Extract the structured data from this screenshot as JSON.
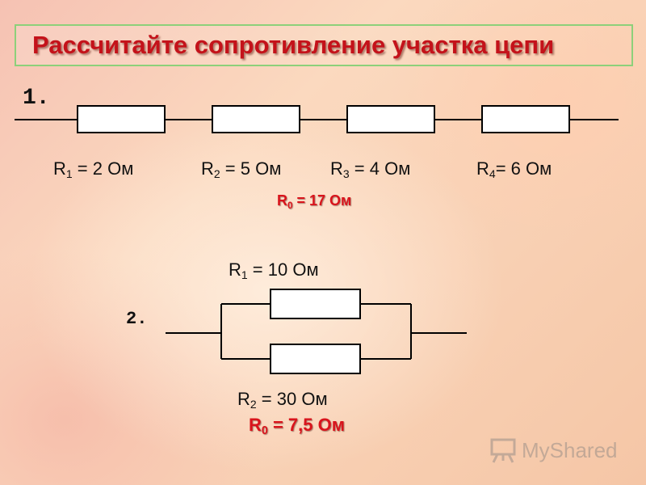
{
  "title": "Рассчитайте сопротивление участка цепи",
  "problem1": {
    "number": "1.",
    "resistors": [
      {
        "name": "R",
        "sub": "1",
        "text": " = 2 Ом"
      },
      {
        "name": "R",
        "sub": "2",
        "text": " = 5 Ом"
      },
      {
        "name": "R",
        "sub": "3",
        "text": " = 4 Ом"
      },
      {
        "name": "R",
        "sub": "4",
        "text": "= 6 Ом"
      }
    ],
    "result": {
      "name": "R",
      "sub": "0",
      "text": " = 17 Ом"
    }
  },
  "problem2": {
    "number": "2.",
    "resistors": [
      {
        "name": "R",
        "sub": "1",
        "text": " = 10 Ом"
      },
      {
        "name": "R",
        "sub": "2",
        "text": " = 30 Ом"
      }
    ],
    "result": {
      "name": "R",
      "sub": "0",
      "text": " = 7,5 Ом"
    }
  },
  "watermark": {
    "text": "MyShared",
    "icon": "presentation-board-icon"
  },
  "colors": {
    "title": "#c4121a",
    "result": "#d9141c",
    "frame": "#8dd07a"
  }
}
